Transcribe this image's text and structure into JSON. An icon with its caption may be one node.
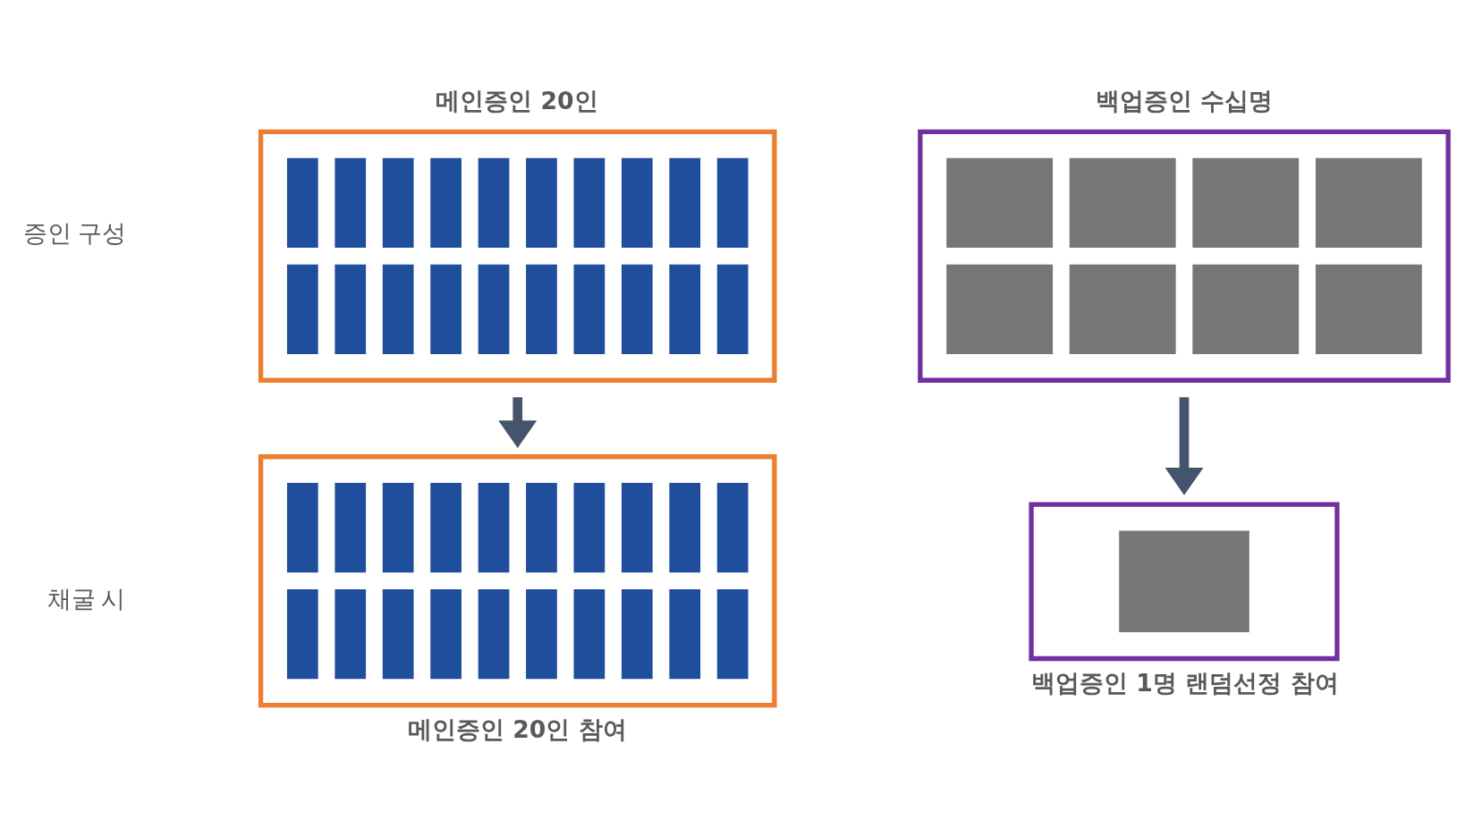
{
  "diagram": {
    "nodes": [
      {
        "text": [
          "메인증인 20인"
        ]
      },
      {
        "text": [
          "메인증인 20인 참여"
        ]
      },
      {
        "text": [
          "백업증인 수십명"
        ]
      },
      {
        "text": [
          "백업증인 1명 랜덤선정 참여"
        ]
      }
    ],
    "edges": [
      {
        "from": 0,
        "to": 1,
        "arrow": "to"
      },
      {
        "from": 2,
        "to": 3,
        "arrow": "to"
      }
    ],
    "labels": [
      "증인 구성",
      "채굴 시"
    ]
  }
}
